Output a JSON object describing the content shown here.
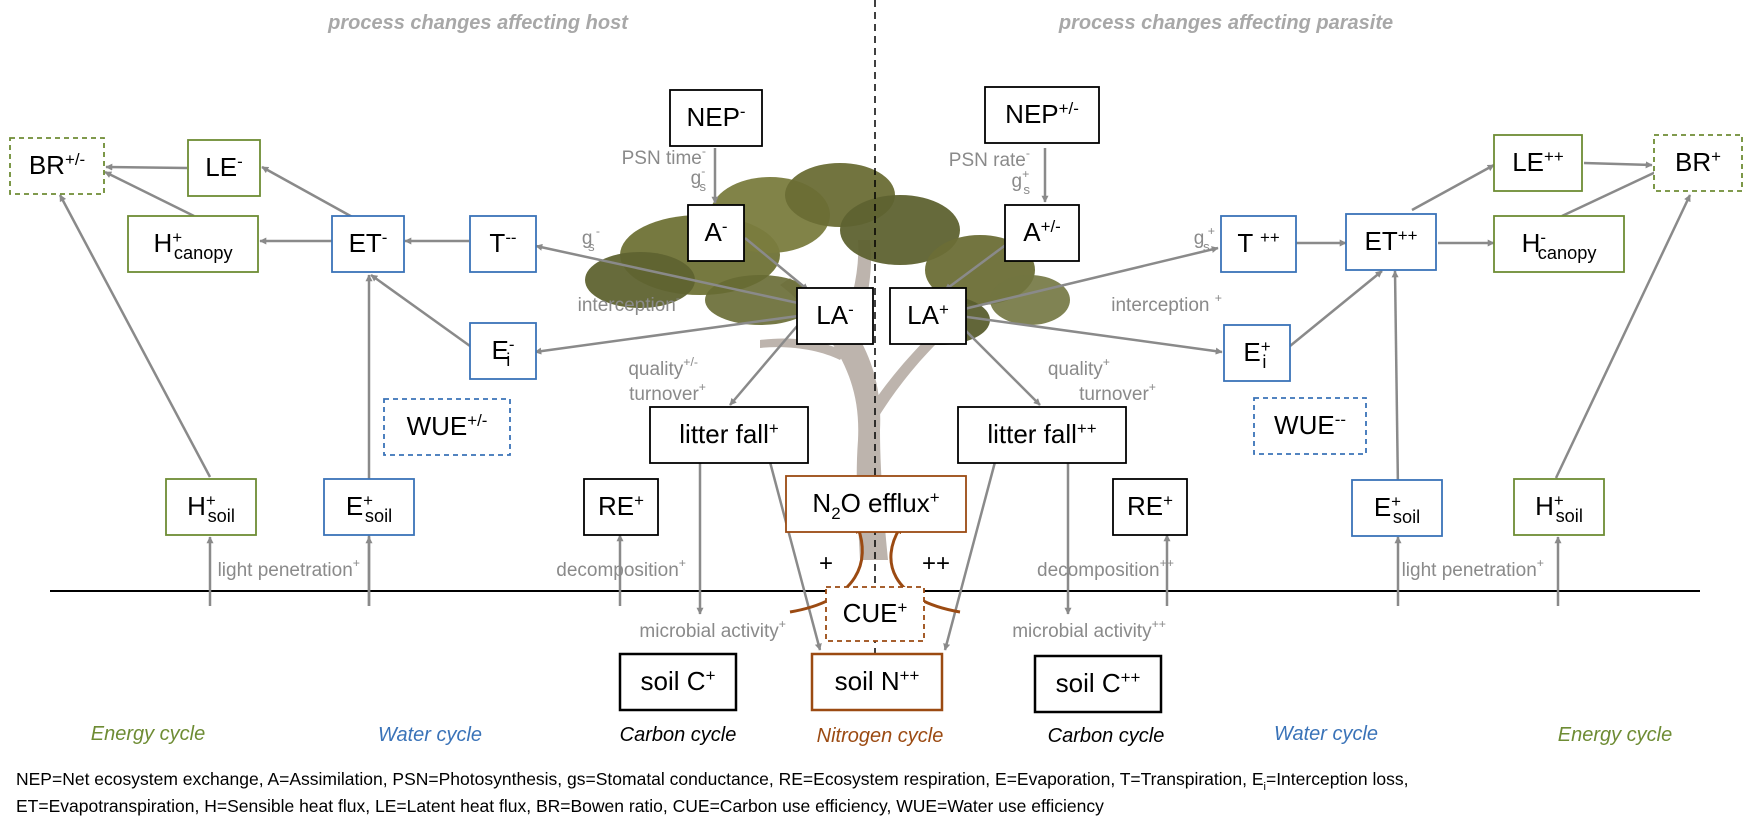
{
  "headers": {
    "left": "process changes  affecting host",
    "right": "process changes  affecting parasite"
  },
  "colors": {
    "carbon": "#000000",
    "water": "#3a73b8",
    "energy": "#6e8c34",
    "nitrogen": "#9b4a12",
    "arrow": "#8a8a8a",
    "label": "#8a8a8a"
  },
  "boxes": {
    "nep_host": {
      "base": "NEP",
      "sup": "-"
    },
    "a_host": {
      "base": "A",
      "sup": "-"
    },
    "la_host": {
      "base": "LA",
      "sup": "-"
    },
    "t_host": {
      "base": "T",
      "sup": "--"
    },
    "et_host": {
      "base": "ET",
      "sup": "-"
    },
    "le_host": {
      "base": "LE",
      "sup": "-"
    },
    "br_host": {
      "base": "BR",
      "sup": "+/-"
    },
    "hcanopy_host": {
      "base": "H",
      "sup": "+",
      "sub": "canopy"
    },
    "ei_host": {
      "base": "E",
      "sup": "-",
      "sub": "i"
    },
    "wue_host": {
      "base": "WUE",
      "sup": "+/-"
    },
    "hsoil_host": {
      "base": "H",
      "sup": "+",
      "sub": "soil"
    },
    "esoil_host": {
      "base": "E",
      "sup": "+",
      "sub": "soil"
    },
    "re_host": {
      "base": "RE",
      "sup": "+"
    },
    "litter_host": {
      "base": "litter fall",
      "sup": "+"
    },
    "soilc_host": {
      "base": "soil C",
      "sup": "+"
    },
    "n2o": {
      "base": "N",
      "sub": "2",
      "rest": "O efflux",
      "sup": "+"
    },
    "cue": {
      "base": "CUE",
      "sup": "+"
    },
    "soiln": {
      "base": "soil N",
      "sup": "++"
    },
    "nep_par": {
      "base": "NEP",
      "sup": "+/-"
    },
    "a_par": {
      "base": "A",
      "sup": "+/-"
    },
    "la_par": {
      "base": "LA",
      "sup": "+"
    },
    "t_par": {
      "base": "T ",
      "sup": "++"
    },
    "et_par": {
      "base": "ET",
      "sup": "++"
    },
    "le_par": {
      "base": "LE",
      "sup": "++"
    },
    "br_par": {
      "base": "BR",
      "sup": "+"
    },
    "hcanopy_par": {
      "base": "H",
      "sup": "-",
      "sub": "canopy"
    },
    "ei_par": {
      "base": "E",
      "sup": "+",
      "sub": "i"
    },
    "wue_par": {
      "base": "WUE",
      "sup": "--"
    },
    "hsoil_par": {
      "base": "H",
      "sup": "+",
      "sub": "soil"
    },
    "esoil_par": {
      "base": "E",
      "sup": "+",
      "sub": "soil"
    },
    "re_par": {
      "base": "RE",
      "sup": "+"
    },
    "litter_par": {
      "base": "litter fall",
      "sup": "++"
    },
    "soilc_par": {
      "base": "soil C",
      "sup": "++"
    }
  },
  "labels": {
    "psn_time": {
      "base": "PSN time",
      "sup": "-"
    },
    "gs_host_top": {
      "base": "g",
      "sub": "s",
      "sup": "-"
    },
    "gs_host_t": {
      "base": "g",
      "sub": "s",
      "sup": " -"
    },
    "interception_host": {
      "base": "interception",
      "sup": "-"
    },
    "quality_host": {
      "base": "quality",
      "sup": "+/-"
    },
    "turnover_host": {
      "base": "turnover",
      "sup": "+"
    },
    "light_host": {
      "base": "light penetration",
      "sup": "+"
    },
    "decomp_host": {
      "base": "decomposition",
      "sup": "+"
    },
    "microbial_host": {
      "base": "microbial activity",
      "sup": "+"
    },
    "psn_rate": {
      "base": "PSN rate",
      "sup": "-"
    },
    "gs_par_top": {
      "base": "g",
      "sub": "s",
      "sup": "+"
    },
    "gs_par_t": {
      "base": "g",
      "sub": "s",
      "sup": " +"
    },
    "interception_par": {
      "base": "interception ",
      "sup": "+"
    },
    "quality_par": {
      "base": "quality",
      "sup": "+"
    },
    "turnover_par": {
      "base": "turnover",
      "sup": "+"
    },
    "light_par": {
      "base": "light penetration",
      "sup": "+"
    },
    "decomp_par": {
      "base": "decomposition",
      "sup": "++"
    },
    "microbial_par": {
      "base": "microbial activity",
      "sup": "++"
    },
    "n_plus_left": "+",
    "n_plus_right": "++"
  },
  "cycles": {
    "energy_left": "Energy cycle",
    "water_left": "Water cycle",
    "carbon_left": "Carbon cycle",
    "nitrogen": "Nitrogen cycle",
    "carbon_right": "Carbon cycle",
    "water_right": "Water cycle",
    "energy_right": "Energy cycle"
  },
  "legend": {
    "line1_a": "NEP=Net ecosystem exchange, A=Assimilation, PSN=Photosynthesis, gs=Stomatal conductance, RE=Ecosystem respiration, E=Evaporation, T=Transpiration, E",
    "line1_sub": "i",
    "line1_b": "=Interception loss,",
    "line2": "ET=Evapotranspiration, H=Sensible heat flux, LE=Latent heat flux, BR=Bowen ratio, CUE=Carbon use efficiency, WUE=Water use efficiency"
  }
}
